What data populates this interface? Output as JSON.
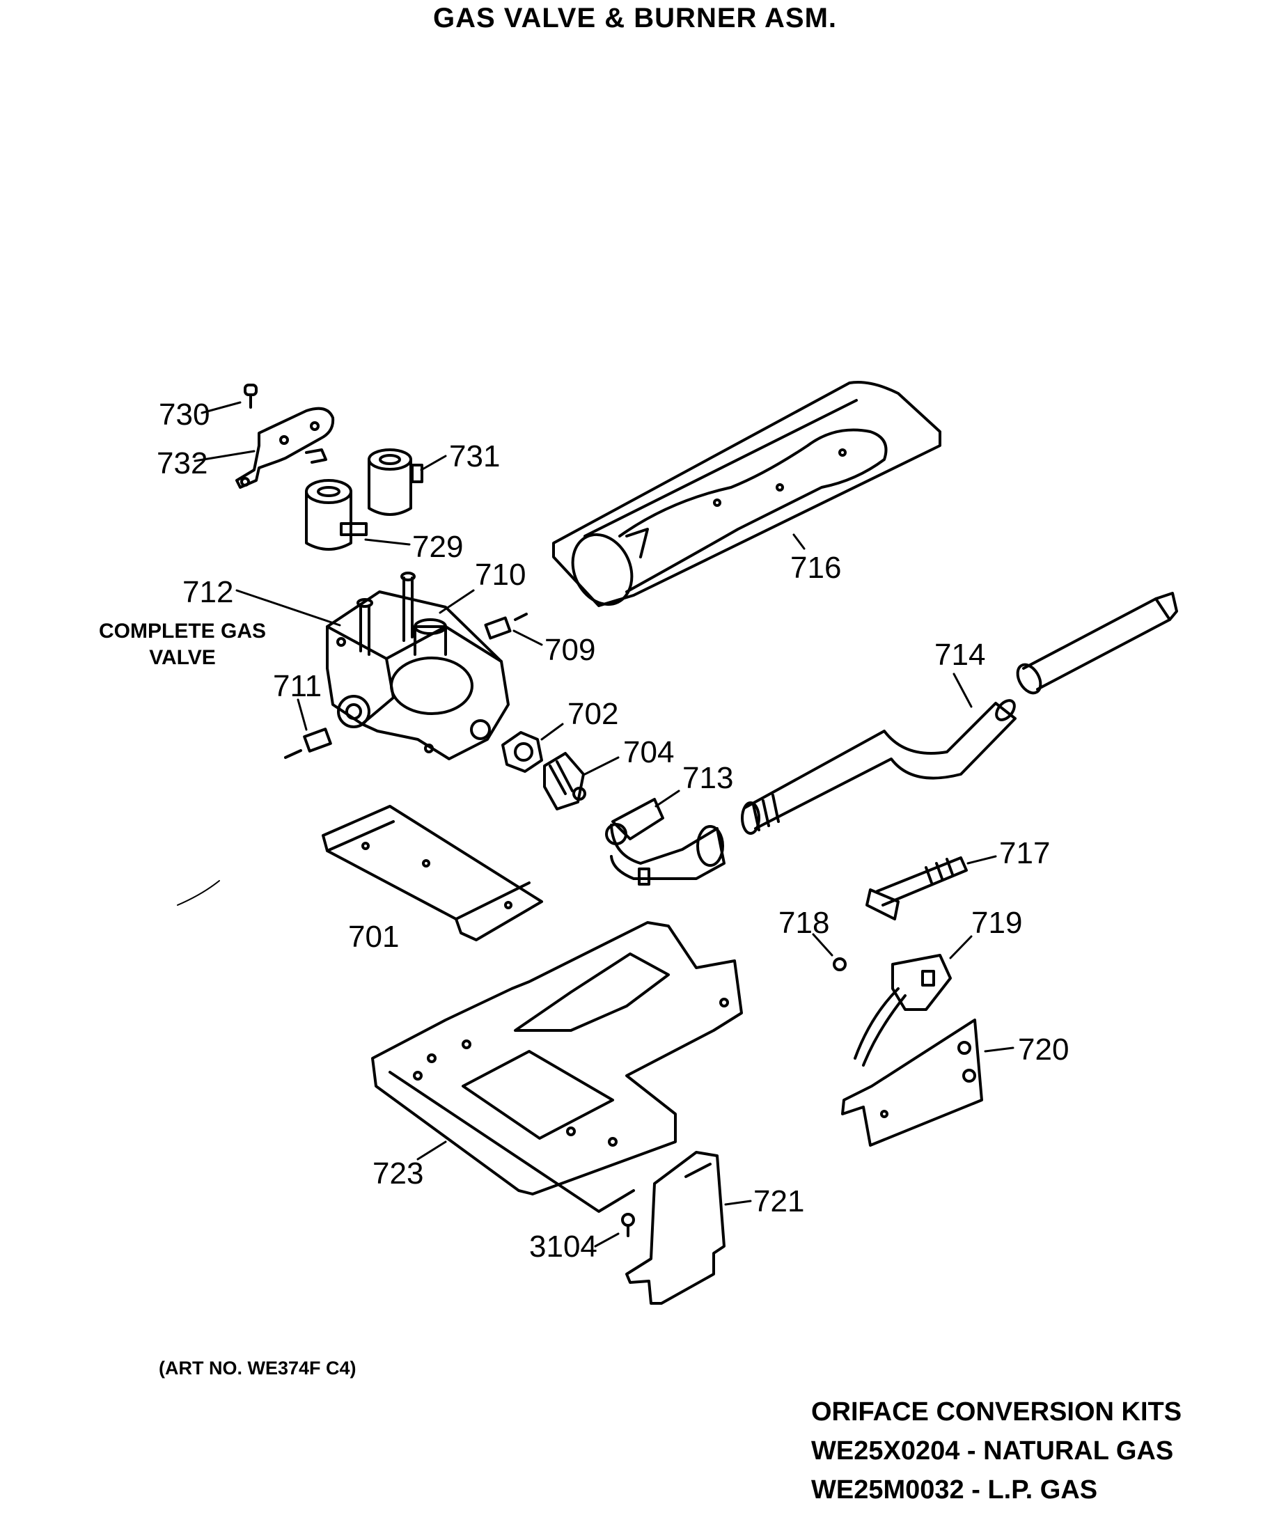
{
  "title": "GAS VALVE & BURNER ASM.",
  "complete_gas_valve": [
    "COMPLETE GAS",
    "VALVE"
  ],
  "art_no": "(ART NO. WE374F C4)",
  "kits": {
    "heading": "ORIFACE CONVERSION KITS",
    "lines": [
      "WE25X0204 - NATURAL GAS",
      "WE25M0032 - L.P. GAS"
    ]
  },
  "callouts": {
    "c730": "730",
    "c732": "732",
    "c731": "731",
    "c729": "729",
    "c712": "712",
    "c710": "710",
    "c709": "709",
    "c711": "711",
    "c702": "702",
    "c704": "704",
    "c713": "713",
    "c716": "716",
    "c714": "714",
    "c701": "701",
    "c717": "717",
    "c718": "718",
    "c719": "719",
    "c720": "720",
    "c723": "723",
    "c721": "721",
    "c3104": "3104"
  }
}
